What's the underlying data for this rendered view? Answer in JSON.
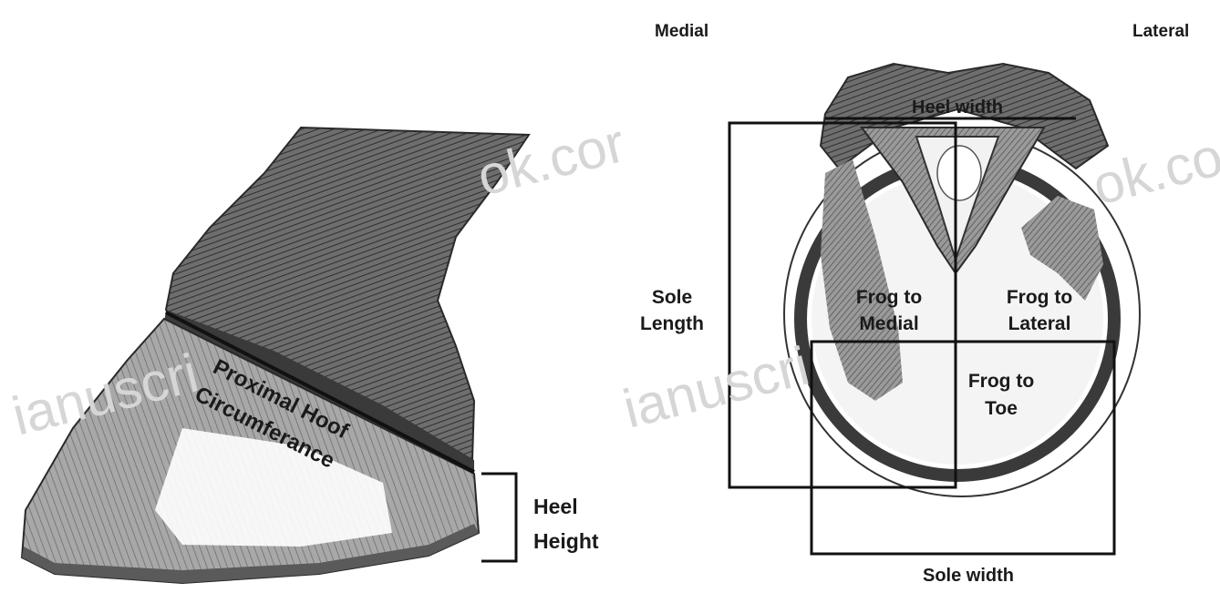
{
  "labels": {
    "medial": "Medial",
    "lateral": "Lateral",
    "heel_width": "Heel width",
    "sole_length_1": "Sole",
    "sole_length_2": "Length",
    "frog_to_medial_1": "Frog to",
    "frog_to_medial_2": "Medial",
    "frog_to_lateral_1": "Frog to",
    "frog_to_lateral_2": "Lateral",
    "frog_to_toe_1": "Frog to",
    "frog_to_toe_2": "Toe",
    "sole_width": "Sole width",
    "proximal_1": "Proximal Hoof",
    "proximal_2": "Circumferance",
    "heel_height_1": "Heel",
    "heel_height_2": "Height"
  },
  "watermarks": {
    "left_bottom": "ianuscri",
    "left_top": "ok.cor",
    "right_bottom": "ianuscri",
    "right_top": "ok.co"
  },
  "colors": {
    "ink": "#1a1a1a",
    "hoof_dark": "#4a4a4a",
    "hoof_mid": "#8a8a8a",
    "hoof_light": "#c8c8c8",
    "watermark": "#d6d6d6"
  }
}
